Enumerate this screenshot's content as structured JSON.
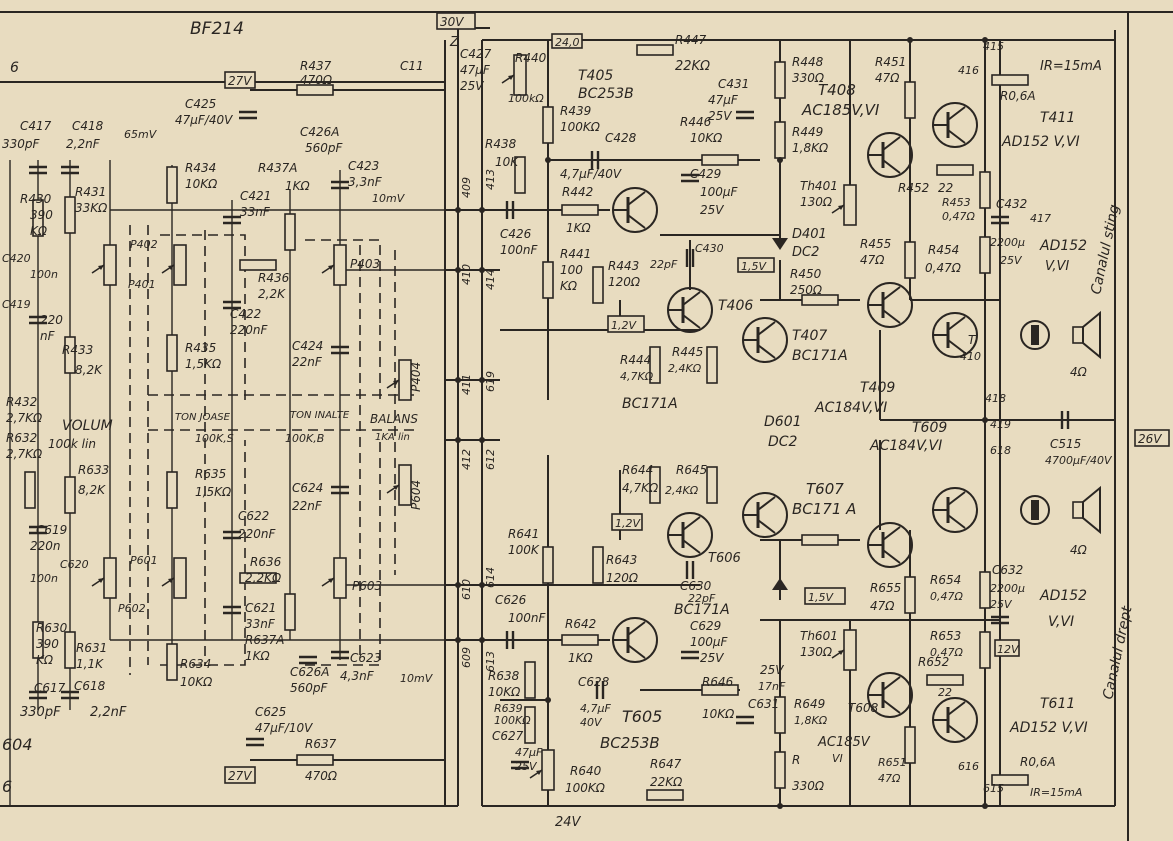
{
  "labels": {
    "top_title": "BF214",
    "sheet_left": "6",
    "left_bottom_a": "604",
    "left_bottom_b": "6",
    "top_right_cut": "",
    "supply_30v": "30V",
    "node_z": "Z",
    "c11": "C11",
    "rail_27v_top": "27V",
    "rail_27v_bot": "27V",
    "rail_26v": "26V",
    "bus_24v": "24V",
    "c427": "C427",
    "c427_v": "47μF",
    "c427_b": "25V",
    "r437": "R437",
    "r437_v": "470Ω",
    "c425": "C425",
    "c425_v": "47μF/40V",
    "c417": "C417",
    "c417_v": "330pF",
    "c418": "C418",
    "c418_v": "2,2nF",
    "note_65mv": "65mV",
    "r434": "R434",
    "r434_v": "10KΩ",
    "r437a": "R437A",
    "r437a_v": "1KΩ",
    "c426a": "C426A",
    "c426a_v": "560pF",
    "c423": "C423",
    "c423_v": "3,3nF",
    "note_10mv": "10mV",
    "r430": "R430",
    "r430_v": "390",
    "r430_u": "KΩ",
    "r431": "R431",
    "r431_v": "33KΩ",
    "c421": "C421",
    "c421_v": "33nF",
    "c420": "C420",
    "c420_v": "100n",
    "c419": "C419",
    "c419_v": "220",
    "c419_u": "nF",
    "p402": "P402",
    "p401": "P401",
    "r436": "R436",
    "r436_v": "2,2K",
    "p403": "P403",
    "c422": "C422",
    "c422_v": "220nF",
    "r435": "R435",
    "r435_v": "1,5KΩ",
    "c424": "C424",
    "c424_v": "22nF",
    "r433": "R433",
    "r433_v": "8,2K",
    "r432": "R432",
    "r432_v": "2,7KΩ",
    "volum": "VOLUM",
    "volum_v": "100k lin",
    "r632": "R632",
    "r632_v": "2,7KΩ",
    "ton_joase": "TON JOASE",
    "ton_inalte": "TON INALTE",
    "balans": "BALANS",
    "p404": "P404",
    "pot_100k_s": "100K,S",
    "pot_100k_b": "100K,B",
    "pot_1ka": "1KA lin",
    "r633": "R633",
    "r633_v": "8,2K",
    "r635": "R635",
    "r635_v": "1,5KΩ",
    "c624": "C624",
    "c624_v": "22nF",
    "c622": "C622",
    "c622_v": "220nF",
    "c619": "C619",
    "c619_v": "220n",
    "c620": "C620",
    "c620_v": "100n",
    "p601": "P601",
    "p602": "P602",
    "r636": "R636",
    "r636_v": "2,2KΩ",
    "p603": "P603",
    "p604": "P604",
    "c621": "C621",
    "c621_v": "33nF",
    "r630": "R630",
    "r630_v": "390",
    "r630_u": "KΩ",
    "r631": "R631",
    "r631_v": "1,1K",
    "r637a": "R637A",
    "r637a_v": "1KΩ",
    "r634": "R634",
    "r634_v": "10KΩ",
    "c626a": "C626A",
    "c626a_v": "560pF",
    "c623": "C623",
    "c623_v": "4,3nF",
    "note_10mv_b": "10mV",
    "c617": "C617",
    "c618": "C618",
    "c617_v": "330pF",
    "c618_v": "2,2nF",
    "c625": "C625",
    "c625_v": "47μF/10V",
    "r637": "R637",
    "r637_v": "470Ω",
    "n409": "409",
    "n410": "410",
    "n411": "411",
    "n412": "412",
    "n413": "413",
    "n414": "414",
    "n609": "609",
    "n610": "610",
    "n612": "612",
    "n613": "613",
    "n614": "614",
    "n619": "619",
    "n415": "415",
    "n416": "416",
    "n417": "417",
    "n418": "418",
    "n419": "419",
    "n615": "615",
    "n616": "616",
    "n618": "618",
    "r440": "R440",
    "r440_v": "100kΩ",
    "v24_0": "24,0",
    "r447": "R447",
    "r447_v": "22KΩ",
    "t405": "T405",
    "t405_v": "BC253B",
    "r439": "R439",
    "r439_v": "100KΩ",
    "c428": "C428",
    "c428_v": "4,7μF/40V",
    "r438": "R438",
    "r438_v": "10K",
    "r448": "R448",
    "r448_v": "330Ω",
    "c431": "C431",
    "c431_v": "47μF",
    "c431_b": "25V",
    "t408": "T408",
    "t408_v": "AC185V,VI",
    "r451": "R451",
    "r451_v": "47Ω",
    "ir_top": "IR=15mA",
    "r_top_r06": "R0,6A",
    "t411": "T411",
    "t411_v": "AD152 V,VI",
    "r446": "R446",
    "r446_v": "10KΩ",
    "r449": "R449",
    "r449_v": "1,8KΩ",
    "c429": "C429",
    "c429_v": "100μF",
    "c429_b": "25V",
    "th401": "Th401",
    "th401_v": "130Ω",
    "r452": "R452",
    "r452_v": "22",
    "r453": "R453",
    "r453_v": "0,47Ω",
    "c432": "C432",
    "c426": "C426",
    "c426_v": "100nF",
    "r442": "R442",
    "r442_v": "1KΩ",
    "d401": "D401",
    "d401_v": "DC2",
    "r455": "R455",
    "r455_v": "47Ω",
    "r454": "R454",
    "r454_v": "0,47Ω",
    "c432_v": "2200μ",
    "c432_b": "25V",
    "ad152_top": "AD152",
    "ad152_top_v": "V,VI",
    "canal_sting": "Canalul sting",
    "c430": "C430",
    "c430_v": "22pF",
    "v_1_5": "1,5V",
    "r450": "R450",
    "r450_v": "250Ω",
    "r441": "R441",
    "r441_v": "100",
    "r441_u": "KΩ",
    "r443": "R443",
    "r443_v": "120Ω",
    "t406": "T406",
    "v_1_2": "1,2V",
    "t407": "T407",
    "t407_v": "BC171A",
    "t410": "T",
    "t410_v": "410",
    "spk_top": "4Ω",
    "r444": "R444",
    "r444_v": "4,7KΩ",
    "r445": "R445",
    "r445_v": "2,4KΩ",
    "bc171a_top": "BC171A",
    "t409": "T409",
    "t409_v": "AC184V,VI",
    "d601": "D601",
    "d601_v": "DC2",
    "t609": "T609",
    "t609_v": "AC184V,VI",
    "c515": "C515",
    "c515_v": "4700μF/40V",
    "r644": "R644",
    "r644_v": "4,7KΩ",
    "r645": "R645",
    "r645_v": "2,4KΩ",
    "t607": "T607",
    "t607_v": "BC171 A",
    "v_1_2_b": "1,2V",
    "t606": "T606",
    "r641": "R641",
    "r641_v": "100K",
    "r643": "R643",
    "r643_v": "120Ω",
    "c630": "C630",
    "c630_v": "22pF",
    "bc171a_bot": "BC171A",
    "v_1_5_b": "1,5V",
    "r655": "R655",
    "r655_v": "47Ω",
    "r654": "R654",
    "r654_v": "0,47Ω",
    "c632": "C632",
    "c632_v": "2200μ",
    "c632_b": "25V",
    "ad152_bot": "AD152",
    "ad152_bot_v": "V,VI",
    "spk_bot": "4Ω",
    "canal_drept": "Canalul drept",
    "c626": "C626",
    "c626_v": "100nF",
    "r642": "R642",
    "r642_v": "1KΩ",
    "c629": "C629",
    "c629_v": "100μF",
    "c629_b": "25V",
    "th601": "Th601",
    "th601_v": "130Ω",
    "r653": "R653",
    "r653_v": "0,47Ω",
    "v_12": "12V",
    "r638": "R638",
    "r638_v": "10KΩ",
    "r639": "R639",
    "r639_v": "100KΩ",
    "c628": "C628",
    "c628_v": "4,7μF",
    "c628_b": "40V",
    "t605": "T605",
    "t605_v": "BC253B",
    "r646": "R646",
    "r646_v": "10KΩ",
    "c631": "C631",
    "c631_v": "17nF",
    "c631_b": "25V",
    "r649": "R649",
    "r649_v": "1,8KΩ",
    "t608": "T608",
    "t608_v": "AC185V",
    "t608_b": "VI",
    "r652": "R652",
    "r652_v": "22",
    "t611": "T611",
    "t611_v": "AD152 V,VI",
    "c627": "C627",
    "c627_v": "47μF",
    "c627_b": "25V",
    "r640": "R640",
    "r640_v": "100KΩ",
    "r647": "R647",
    "r647_v": "22KΩ",
    "r648": "R",
    "r648_v": "330Ω",
    "r651": "R651",
    "r651_v": "47Ω",
    "r_bot_r06": "R0,6A",
    "ir_bot": "IR=15mA"
  }
}
